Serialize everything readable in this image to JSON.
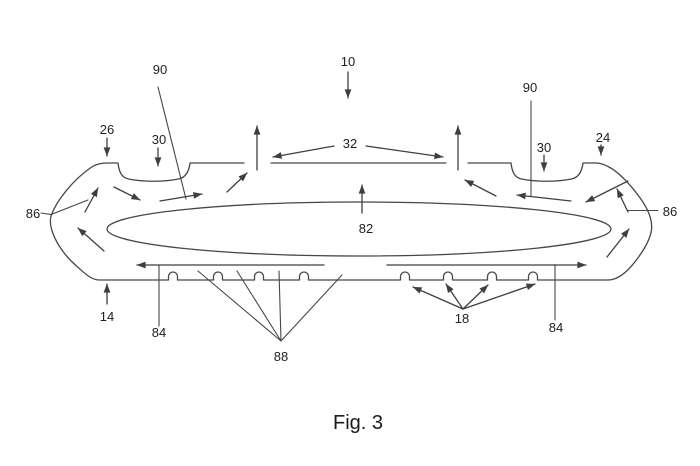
{
  "figure": {
    "caption": "Fig. 3",
    "labels": {
      "n10": "10",
      "n90_left": "90",
      "n90_right": "90",
      "n26": "26",
      "n30_left": "30",
      "n32": "32",
      "n30_right": "30",
      "n24": "24",
      "n86_left": "86",
      "n86_right": "86",
      "n82": "82",
      "n14": "14",
      "n84_left": "84",
      "n84_right": "84",
      "n18": "18",
      "n88": "88"
    },
    "colors": {
      "line": "#474747",
      "text": "#1f1f1f",
      "background": "#ffffff"
    }
  }
}
